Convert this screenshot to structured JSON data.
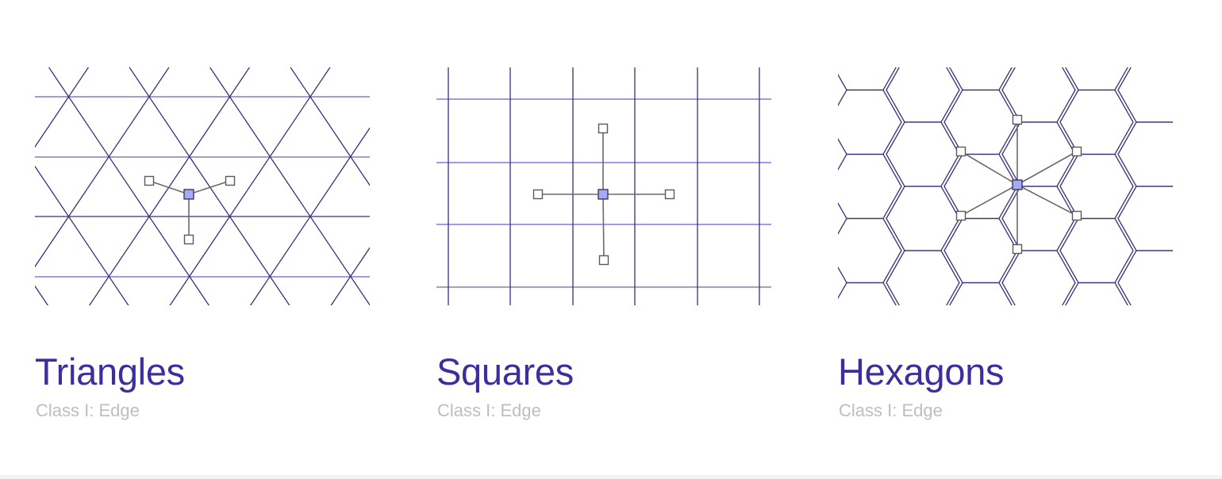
{
  "colors": {
    "accent": "#3d2e9e",
    "grid_line": "#6a5fd4",
    "grid_line_dark": "#3a2f7a",
    "node_fill": "#a8a8f8",
    "node_stroke": "#5a5a5a",
    "subtitle": "#bdbdc5"
  },
  "cards": [
    {
      "id": "triangles",
      "title": "Triangles",
      "subtitle": "Class I: Edge"
    },
    {
      "id": "squares",
      "title": "Squares",
      "subtitle": "Class I: Edge"
    },
    {
      "id": "hexagons",
      "title": "Hexagons",
      "subtitle": "Class I: Edge"
    }
  ]
}
